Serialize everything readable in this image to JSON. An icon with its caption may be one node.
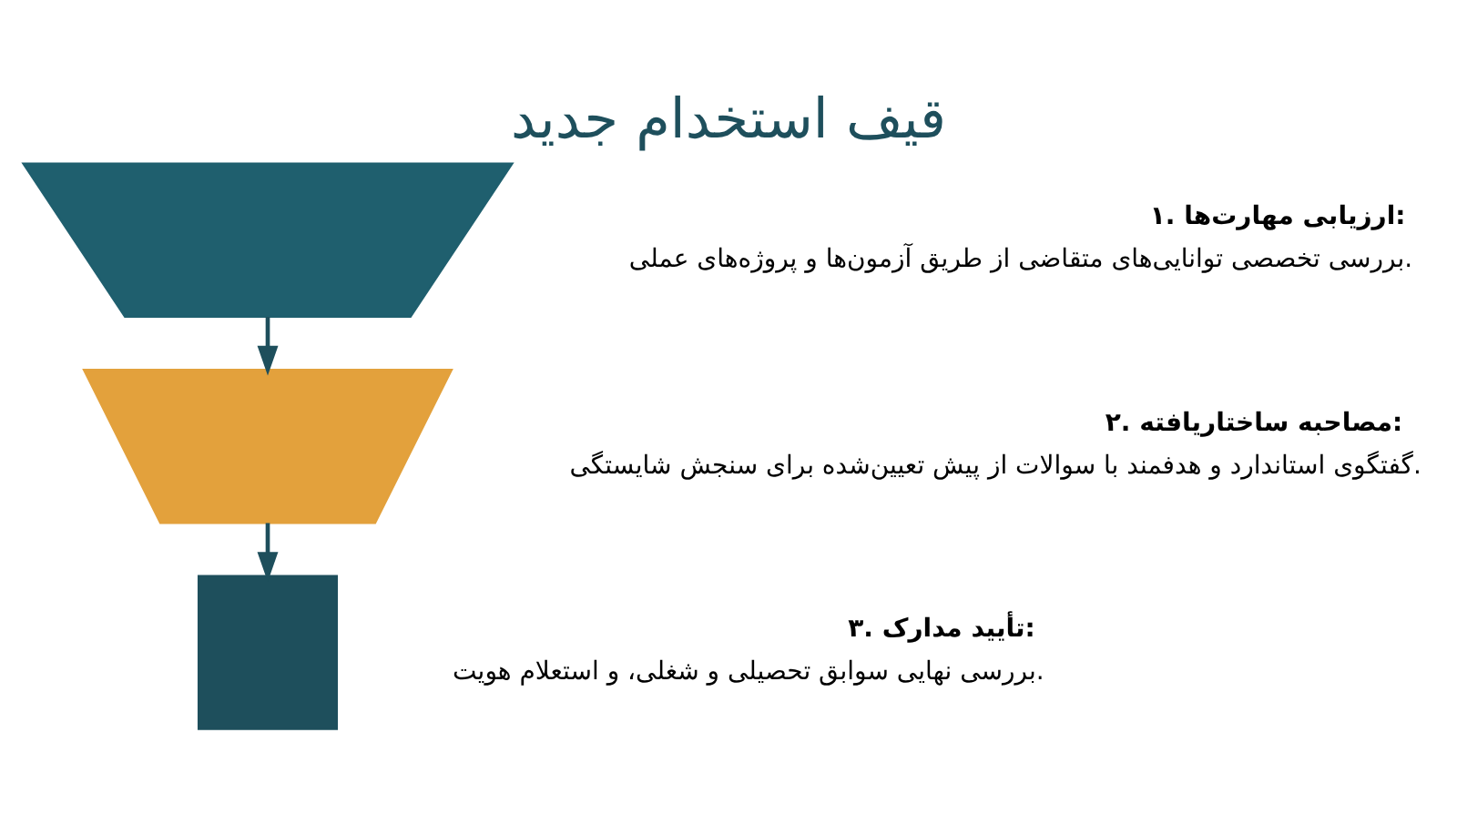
{
  "diagram": {
    "title": "قیف استخدام جدید",
    "nodes": [
      {
        "text": [],
        "shape": "trapezoid",
        "beside": [
          "۱. ارزیابی مهارت‌ها:",
          "بررسی تخصصی توانایی‌های متقاضی از طریق آزمون‌ها و پروژه‌های عملی."
        ]
      },
      {
        "text": [],
        "shape": "trapezoid",
        "beside": [
          "۲. مصاحبه ساختاریافته:",
          "گفتگوی استاندارد و هدفمند با سوالات از پیش تعیین‌شده برای سنجش شایستگی."
        ]
      },
      {
        "text": [],
        "shape": "box",
        "beside": [
          "۳. تأیید مدارک:",
          "بررسی نهایی سوابق تحصیلی و شغلی، و استعلام هویت."
        ]
      }
    ],
    "edges": [
      {
        "from": 0,
        "to": 1,
        "arrow": "to"
      },
      {
        "from": 1,
        "to": 2,
        "arrow": "to"
      }
    ]
  }
}
